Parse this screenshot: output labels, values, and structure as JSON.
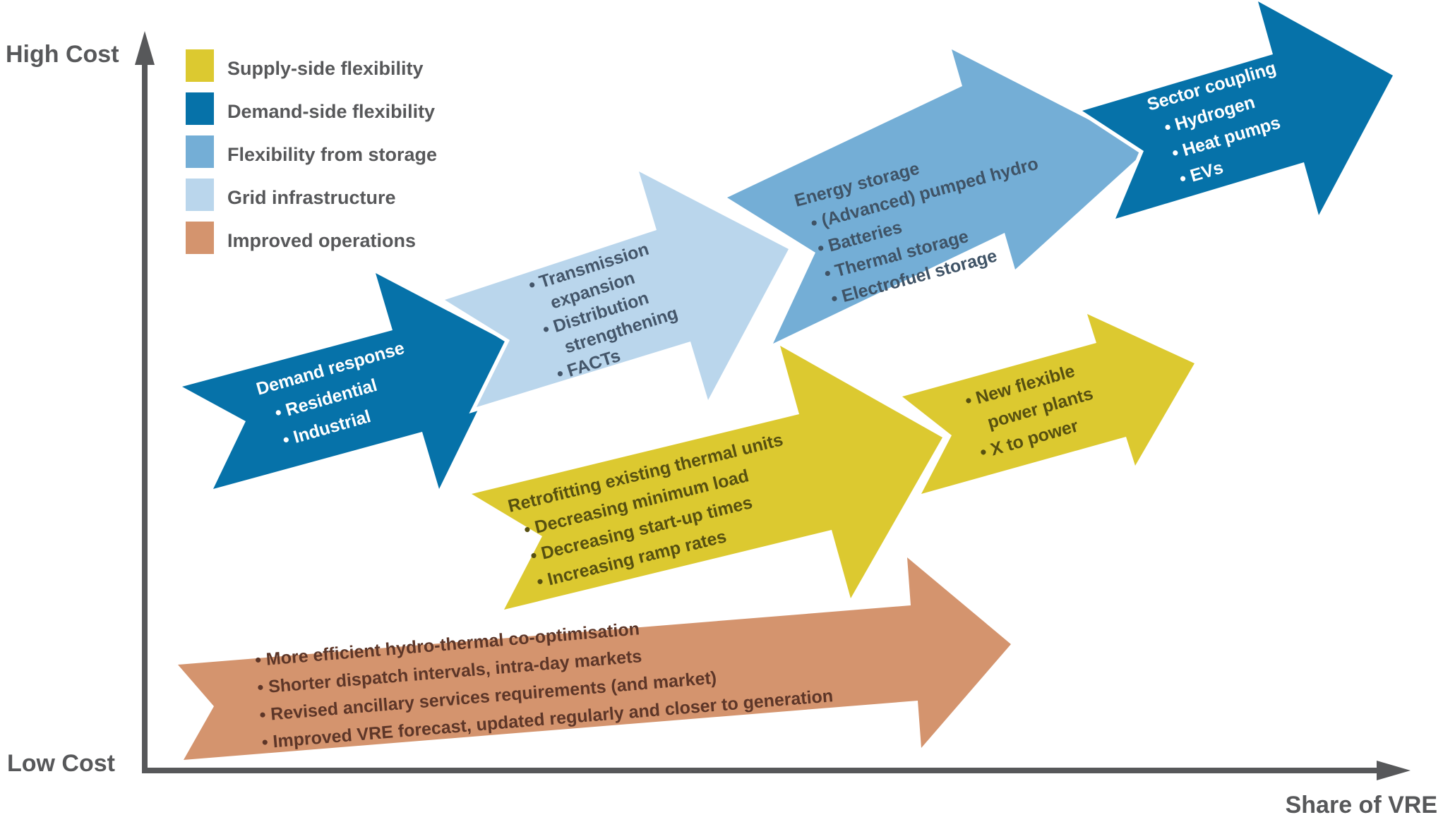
{
  "figure": {
    "y_axis_top_label": "High Cost",
    "y_axis_bottom_label": "Low Cost",
    "x_axis_label": "Share of VRE",
    "axis_color": "#57585A"
  },
  "legend": [
    {
      "id": "supply-side-flexibility",
      "label": "Supply-side flexibility",
      "color": "#DCC930"
    },
    {
      "id": "demand-side-flexibility",
      "label": "Demand-side flexibility",
      "color": "#0672A9"
    },
    {
      "id": "flexibility-from-storage",
      "label": "Flexibility from storage",
      "color": "#74AED6"
    },
    {
      "id": "grid-infrastructure",
      "label": "Grid infrastructure",
      "color": "#BAD6EC"
    },
    {
      "id": "improved-operations",
      "label": "Improved operations",
      "color": "#D4946E"
    }
  ],
  "arrows": [
    {
      "id": "improved-operations",
      "category": "Improved operations",
      "color": "#D4946E",
      "text_color": "#5D3628",
      "lines": [
        {
          "style": "bullet",
          "text": "More efficient hydro-thermal co-optimisation"
        },
        {
          "style": "bullet",
          "text": "Shorter dispatch intervals, intra-day markets"
        },
        {
          "style": "bullet",
          "text": "Revised ancillary services requirements (and market)"
        },
        {
          "style": "bullet",
          "text": "Improved VRE forecast, updated regularly and closer to generation"
        }
      ]
    },
    {
      "id": "demand-response",
      "category": "Demand-side flexibility",
      "color": "#0672A9",
      "text_color": "#FFFFFF",
      "lines": [
        {
          "style": "title",
          "text": "Demand response"
        },
        {
          "style": "bullet",
          "text": "Residential"
        },
        {
          "style": "bullet",
          "text": "Industrial"
        }
      ]
    },
    {
      "id": "grid-infrastructure",
      "category": "Grid infrastructure",
      "color": "#BAD6EC",
      "text_color": "#44566A",
      "lines": [
        {
          "style": "bullet",
          "text": "Transmission"
        },
        {
          "style": "wrap",
          "text": "expansion"
        },
        {
          "style": "bullet",
          "text": "Distribution"
        },
        {
          "style": "wrap",
          "text": "strengthening"
        },
        {
          "style": "bullet",
          "text": "FACTs"
        }
      ]
    },
    {
      "id": "retrofitting-thermal-units",
      "category": "Supply-side flexibility",
      "color": "#DCC930",
      "text_color": "#575010",
      "lines": [
        {
          "style": "title",
          "text": "Retrofitting existing thermal units"
        },
        {
          "style": "bullet",
          "text": "Decreasing minimum load"
        },
        {
          "style": "bullet",
          "text": "Decreasing start-up times"
        },
        {
          "style": "bullet",
          "text": "Increasing ramp rates"
        }
      ]
    },
    {
      "id": "energy-storage",
      "category": "Flexibility from storage",
      "color": "#74AED6",
      "text_color": "#3F5366",
      "lines": [
        {
          "style": "title",
          "text": "Energy storage"
        },
        {
          "style": "bullet",
          "text": "(Advanced) pumped hydro"
        },
        {
          "style": "bullet",
          "text": "Batteries"
        },
        {
          "style": "bullet",
          "text": "Thermal storage"
        },
        {
          "style": "bullet",
          "text": "Electrofuel storage"
        }
      ]
    },
    {
      "id": "new-flexible-power-plants",
      "category": "Supply-side flexibility",
      "color": "#DCC930",
      "text_color": "#575010",
      "lines": [
        {
          "style": "bullet",
          "text": "New flexible"
        },
        {
          "style": "wrap",
          "text": "power plants"
        },
        {
          "style": "bullet",
          "text": "X to power"
        }
      ]
    },
    {
      "id": "sector-coupling",
      "category": "Demand-side flexibility",
      "color": "#0672A9",
      "text_color": "#FFFFFF",
      "lines": [
        {
          "style": "title",
          "text": "Sector coupling"
        },
        {
          "style": "bullet",
          "text": "Hydrogen"
        },
        {
          "style": "bullet",
          "text": "Heat pumps"
        },
        {
          "style": "bullet",
          "text": "EVs"
        }
      ]
    }
  ]
}
